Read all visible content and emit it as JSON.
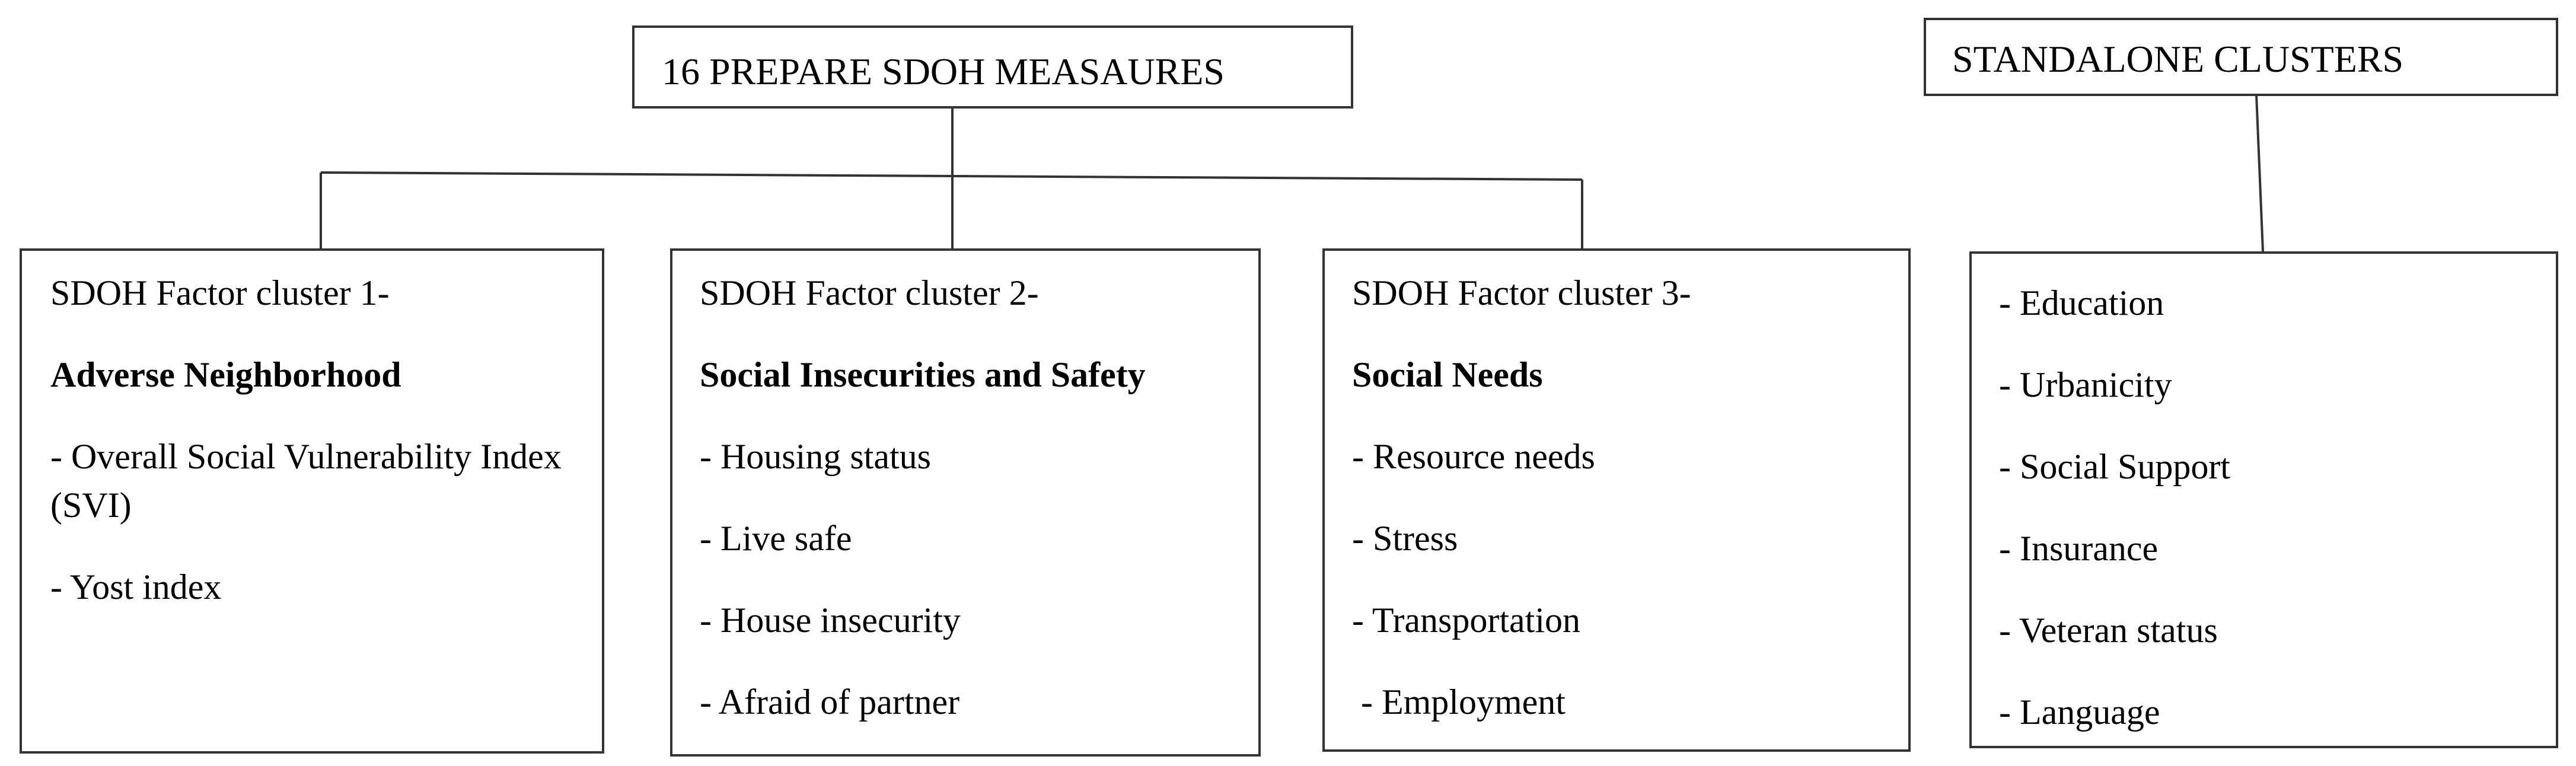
{
  "root": {
    "title": "16 PREPARE SDOH MEASAURES"
  },
  "clusters": [
    {
      "label": "SDOH Factor cluster 1-",
      "name": "Adverse Neighborhood",
      "items": [
        "- Overall Social Vulnerability Index (SVI)",
        "- Yost index"
      ]
    },
    {
      "label": "SDOH Factor cluster 2-",
      "name": "Social Insecurities and Safety",
      "items": [
        "- Housing status",
        "- Live safe",
        "- House insecurity",
        "- Afraid of partner"
      ]
    },
    {
      "label": "SDOH Factor cluster 3-",
      "name": "Social Needs",
      "items": [
        "- Resource needs",
        "- Stress",
        "- Transportation",
        " - Employment"
      ]
    }
  ],
  "standalone": {
    "title": "STANDALONE CLUSTERS",
    "items": [
      "- Education",
      "- Urbanicity",
      "- Social Support",
      "- Insurance",
      "- Veteran status",
      "- Language"
    ]
  }
}
